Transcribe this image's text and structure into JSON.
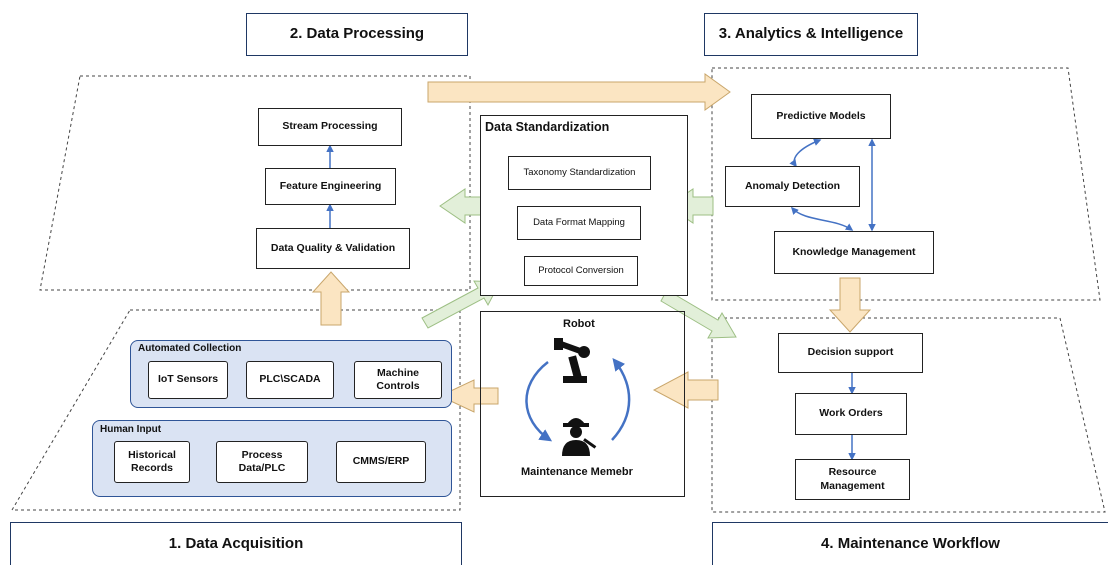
{
  "sections": {
    "acquisition": "1. Data Acquisition",
    "processing": "2. Data Processing",
    "analytics": "3. Analytics & Intelligence",
    "workflow": "4. Maintenance Workflow"
  },
  "processing": {
    "stream": "Stream Processing",
    "feature": "Feature Engineering",
    "quality": "Data Quality & Validation"
  },
  "standardization": {
    "title": "Data Standardization",
    "taxonomy": "Taxonomy Standardization",
    "format": "Data Format Mapping",
    "protocol": "Protocol Conversion"
  },
  "analytics": {
    "predictive": "Predictive Models",
    "anomaly": "Anomaly Detection",
    "knowledge": "Knowledge Management"
  },
  "acquisition": {
    "automated": {
      "label": "Automated Collection",
      "items": [
        "IoT Sensors",
        "PLC\\SCADA",
        "Machine Controls"
      ]
    },
    "human": {
      "label": "Human Input",
      "items": [
        "Historical Records",
        "Process Data/PLC",
        "CMMS/ERP"
      ]
    }
  },
  "collab": {
    "robot": "Robot",
    "member": "Maintenance Memebr"
  },
  "workflow": {
    "decision": "Decision support",
    "orders": "Work Orders",
    "resource": "Resource Management"
  },
  "colors": {
    "title_border": "#1f3864",
    "group_fill": "#dae3f3",
    "group_border": "#2f5597",
    "arrow_peach": "#fbe5c2",
    "arrow_green": "#e2efd9",
    "connector": "#4472c4"
  }
}
